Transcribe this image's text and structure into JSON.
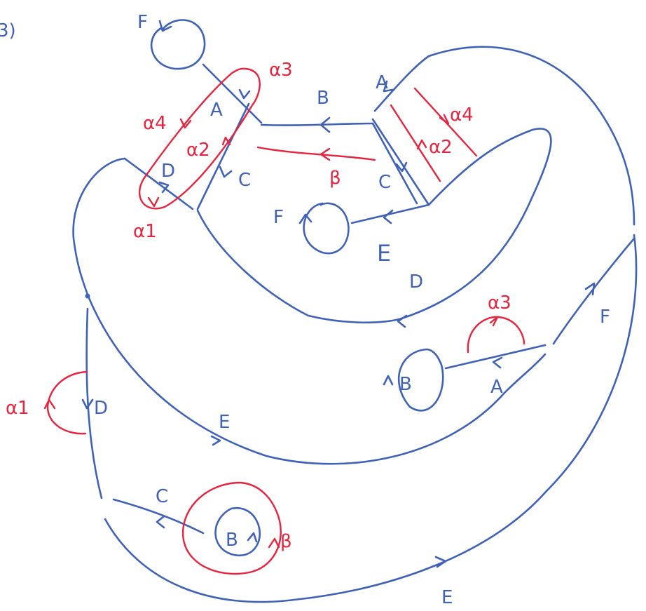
{
  "colors": {
    "curve": "#3f62b8",
    "cycle": "#e8233d",
    "background": "#ffffff"
  },
  "corner_mark": "3)",
  "edge_labels": {
    "F_top_loop": "F",
    "A_left": "A",
    "C_left": "C",
    "D_left": "D",
    "B_top": "B",
    "A_right": "A",
    "C_right": "C",
    "F_center_loop": "F",
    "E_center": "E",
    "D_center": "D",
    "F_right": "F",
    "B_right_loop": "B",
    "A_lower": "A",
    "D_left_outer": "D",
    "E_middle": "E",
    "C_bottom": "C",
    "B_bottom_loop": "B",
    "E_bottom": "E"
  },
  "cycle_labels": {
    "alpha3_top": "α3",
    "alpha4_left": "α4",
    "alpha2_left": "α2",
    "alpha1_top": "α1",
    "beta_top": "β",
    "alpha4_right": "α4",
    "alpha2_right": "α2",
    "alpha3_right": "α3",
    "alpha1_left": "α1",
    "beta_bottom": "β"
  }
}
